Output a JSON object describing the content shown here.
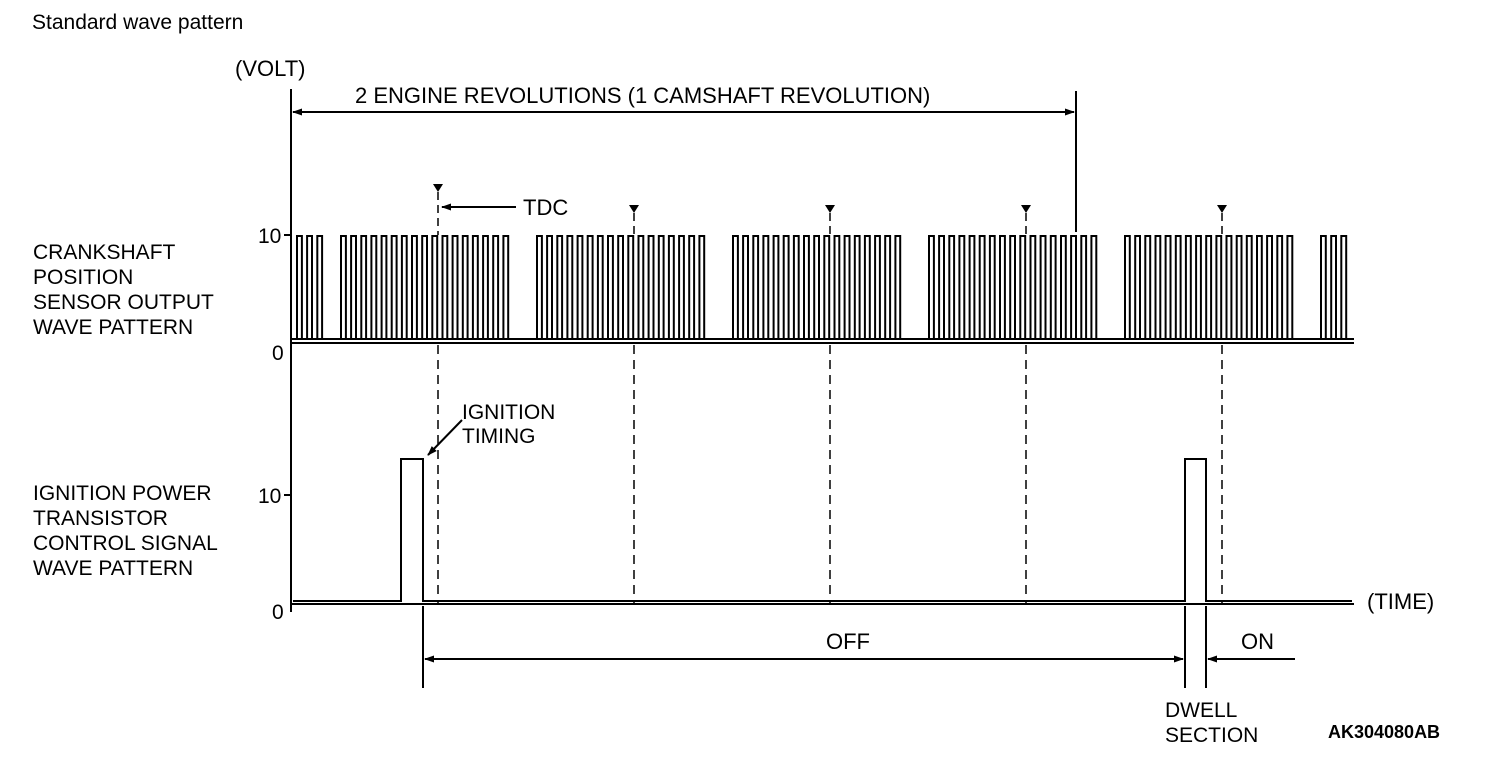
{
  "header": {
    "title": "Standard wave pattern"
  },
  "axis": {
    "unit_label": "(VOLT)",
    "time_label": "(TIME)"
  },
  "span": {
    "label": "2 ENGINE REVOLUTIONS (1 CAMSHAFT REVOLUTION)"
  },
  "crank": {
    "label_lines": [
      "CRANKSHAFT",
      "POSITION",
      "SENSOR OUTPUT",
      "WAVE PATTERN"
    ],
    "tick_high": "10",
    "tick_low": "0",
    "tdc_label": "TDC",
    "tooth_groups": [
      {
        "start": 297,
        "end": 327
      },
      {
        "start": 341,
        "end": 511
      },
      {
        "start": 537,
        "end": 707
      },
      {
        "start": 733,
        "end": 903
      },
      {
        "start": 929,
        "end": 1099
      },
      {
        "start": 1125,
        "end": 1295
      },
      {
        "start": 1321,
        "end": 1351
      }
    ]
  },
  "ignition": {
    "label_lines": [
      "IGNITION POWER",
      "TRANSISTOR",
      "CONTROL SIGNAL",
      "WAVE PATTERN"
    ],
    "tick_high": "10",
    "tick_low": "0",
    "timing_label_lines": [
      "IGNITION",
      "TIMING"
    ]
  },
  "sections": {
    "off_label": "OFF",
    "on_label": "ON",
    "dwell_label_lines": [
      "DWELL",
      "SECTION"
    ]
  },
  "footer": {
    "figure_code": "AK304080AB"
  }
}
